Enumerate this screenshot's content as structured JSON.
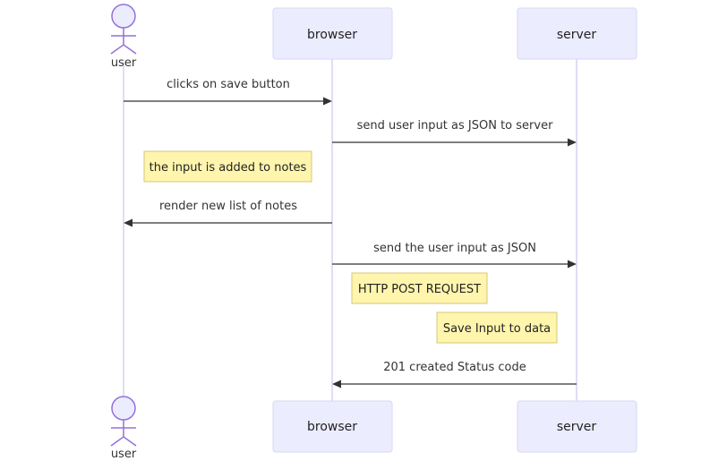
{
  "participants": {
    "user": "user",
    "browser": "browser",
    "server": "server"
  },
  "messages": [
    {
      "from": "user",
      "to": "browser",
      "label": "clicks on save button"
    },
    {
      "from": "browser",
      "to": "server",
      "label": "send user input as JSON to server"
    },
    {
      "from": "browser",
      "to": "user",
      "label": "render new list of notes"
    },
    {
      "from": "browser",
      "to": "server",
      "label": "send the user input as JSON"
    },
    {
      "from": "server",
      "to": "browser",
      "label": "201 created Status code"
    }
  ],
  "notes": [
    {
      "label": "the input is added to notes"
    },
    {
      "label": "HTTP POST REQUEST"
    },
    {
      "label": "Save Input to data"
    }
  ],
  "colors": {
    "participant_fill": "#ececff",
    "actor_stroke": "#9370db",
    "note_fill": "#fff5ad",
    "line": "#333333"
  }
}
